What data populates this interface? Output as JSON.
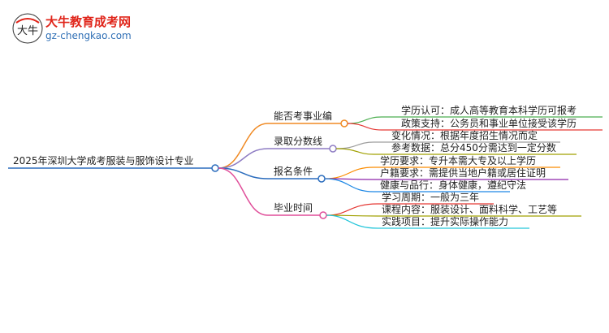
{
  "logo": {
    "title": "大牛教育成考网",
    "url": "gz-chengkao.com",
    "mark_text": "大牛"
  },
  "colors": {
    "root_line": "#2a6cbd",
    "branch1": "#f08a24",
    "branch2": "#8e7cc3",
    "branch3": "#2a6cbd",
    "branch4": "#e04f9a",
    "leaf_green": "#4caf50",
    "leaf_red": "#e53935",
    "leaf_blue": "#1e88e5",
    "leaf_orange": "#fb8c00",
    "leaf_olive": "#a0a000",
    "leaf_teal": "#26c6da",
    "leaf_gray": "#9e9e9e",
    "leaf_purple": "#8e24aa"
  },
  "mindmap": {
    "root": "2025年深圳大学成考服装与服饰设计专业",
    "branches": [
      {
        "label": "能否考事业编",
        "leaves": [
          "学历认可：成人高等教育本科学历可报考",
          "政策支持：公务员和事业单位接受该学历"
        ]
      },
      {
        "label": "录取分数线",
        "leaves": [
          "变化情况：根据年度招生情况而定",
          "参考数据：总分450分需达到一定分数"
        ]
      },
      {
        "label": "报名条件",
        "leaves": [
          "学历要求：专升本需大专及以上学历",
          "户籍要求：需提供当地户籍或居住证明",
          "健康与品行：身体健康，遵纪守法"
        ]
      },
      {
        "label": "毕业时间",
        "leaves": [
          "学习周期：一般为三年",
          "课程内容：服装设计、面料科学、工艺等",
          "实践项目：提升实际操作能力"
        ]
      }
    ]
  }
}
